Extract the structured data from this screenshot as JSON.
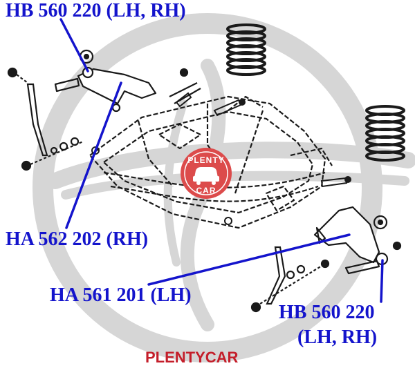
{
  "labels": {
    "top_left": "HB 560 220 (LH, RH)",
    "mid_left": "HA 562 202 (RH)",
    "mid_center": "HA 561 201 (LH)",
    "right_line1": "HB 560 220",
    "right_line2": "(LH, RH)"
  },
  "brand": {
    "footer": "PLENTYCAR",
    "logo_top": "PLENTY",
    "logo_bottom": "CAR"
  },
  "colors": {
    "label_blue": "#1414cc",
    "brand_red": "#c41e2a",
    "watermark_gray": "#d4d4d4",
    "drawing_black": "#1a1a1a"
  },
  "icons": {
    "logo": "car-icon"
  }
}
